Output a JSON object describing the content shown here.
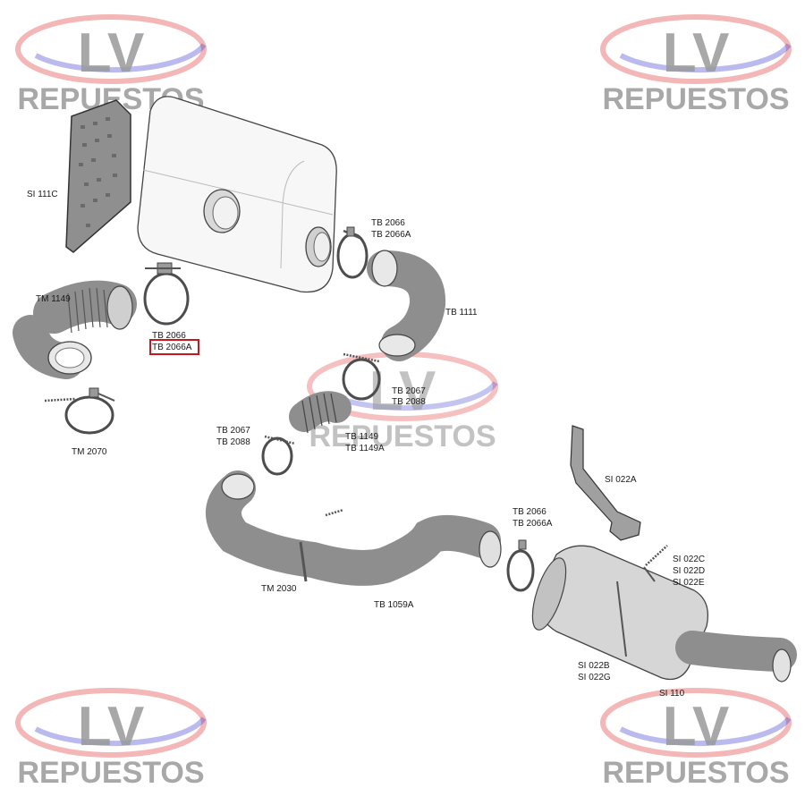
{
  "watermark": {
    "logo": "LV",
    "text": "REPUESTOS",
    "colors": {
      "red": "#e03030",
      "blue": "#3a3ad0",
      "gray": "#9a9a9a"
    }
  },
  "labels": {
    "si111c": "SI 111C",
    "tm1149": "TM 1149",
    "tb2066_top_a": "TB 2066",
    "tb2066_top_b": "TB 2066A",
    "tb2066_left_a": "TB 2066",
    "tb2066_left_b": "TB 2066A",
    "tm2070": "TM 2070",
    "tb1111": "TB 1111",
    "tb2067_r_a": "TB 2067",
    "tb2067_r_b": "TB 2088",
    "tb2067_l_a": "TB 2067",
    "tb2067_l_b": "TB 2088",
    "tb1149_a": "TB 1149",
    "tb1149_b": "TB 1149A",
    "si022a": "SI 022A",
    "tb2066_low_a": "TB 2066",
    "tb2066_low_b": "TB 2066A",
    "si022c": "SI 022C",
    "si022d": "SI 022D",
    "si022e": "SI 022E",
    "tm2030": "TM 2030",
    "tb1059a": "TB 1059A",
    "si022b": "SI 022B",
    "si022g": "SI 022G",
    "si110": "SI 110"
  },
  "highlight": {
    "label": "tb2066_left_b",
    "color": "#c8161d"
  }
}
